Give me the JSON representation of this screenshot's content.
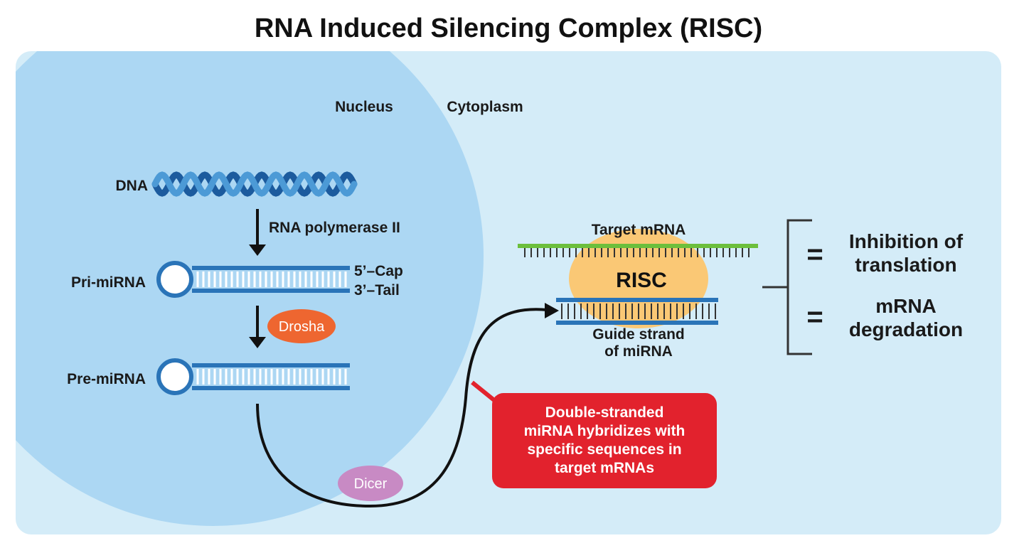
{
  "title": "RNA Induced Silencing Complex (RISC)",
  "regions": {
    "nucleus": "Nucleus",
    "cytoplasm": "Cytoplasm"
  },
  "nuclear": {
    "dna": "DNA",
    "polymerase": "RNA polymerase II",
    "pri_mirna": "Pri-miRNA",
    "cap": "5’–Cap",
    "tail": "3’–Tail",
    "drosha": "Drosha",
    "pre_mirna": "Pre-miRNA"
  },
  "dicer": "Dicer",
  "risc": {
    "target_mrna": "Target mRNA",
    "label": "RISC",
    "guide_line1": "Guide strand",
    "guide_line2": "of miRNA"
  },
  "outcomes": {
    "equals": "=",
    "inhibition_line1": "Inhibition of",
    "inhibition_line2": "translation",
    "degradation_line1": "mRNA",
    "degradation_line2": "degradation"
  },
  "callout": {
    "line1": "Double-stranded",
    "line2": "miRNA hybridizes with",
    "line3": "specific sequences in",
    "line4": "target mRNAs"
  },
  "colors": {
    "cytoplasm": "#d4ecf8",
    "nucleus": "#acd7f3",
    "strand": "#2a74b8",
    "target_strand": "#6cbf3c",
    "risc": "#fac875",
    "drosha": "#ee6630",
    "dicer": "#c88ac4",
    "callout": "#e2222d"
  }
}
